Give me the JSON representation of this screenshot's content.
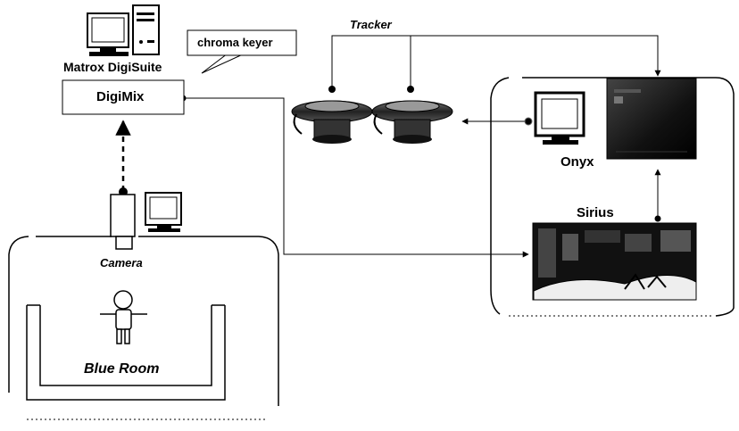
{
  "labels": {
    "tracker": "Tracker",
    "chroma_keyer": "chroma keyer",
    "matrox": "Matrox DigiSuite",
    "digimix": "DigiMix",
    "onyx": "Onyx",
    "sirius": "Sirius",
    "camera": "Camera",
    "blue_room": "Blue Room"
  },
  "icons": [
    "workstation-icon",
    "camera-icon",
    "monitor-icon",
    "tracker-sensor-icon",
    "onyx-computer-icon",
    "sirius-board-icon",
    "person-icon"
  ]
}
